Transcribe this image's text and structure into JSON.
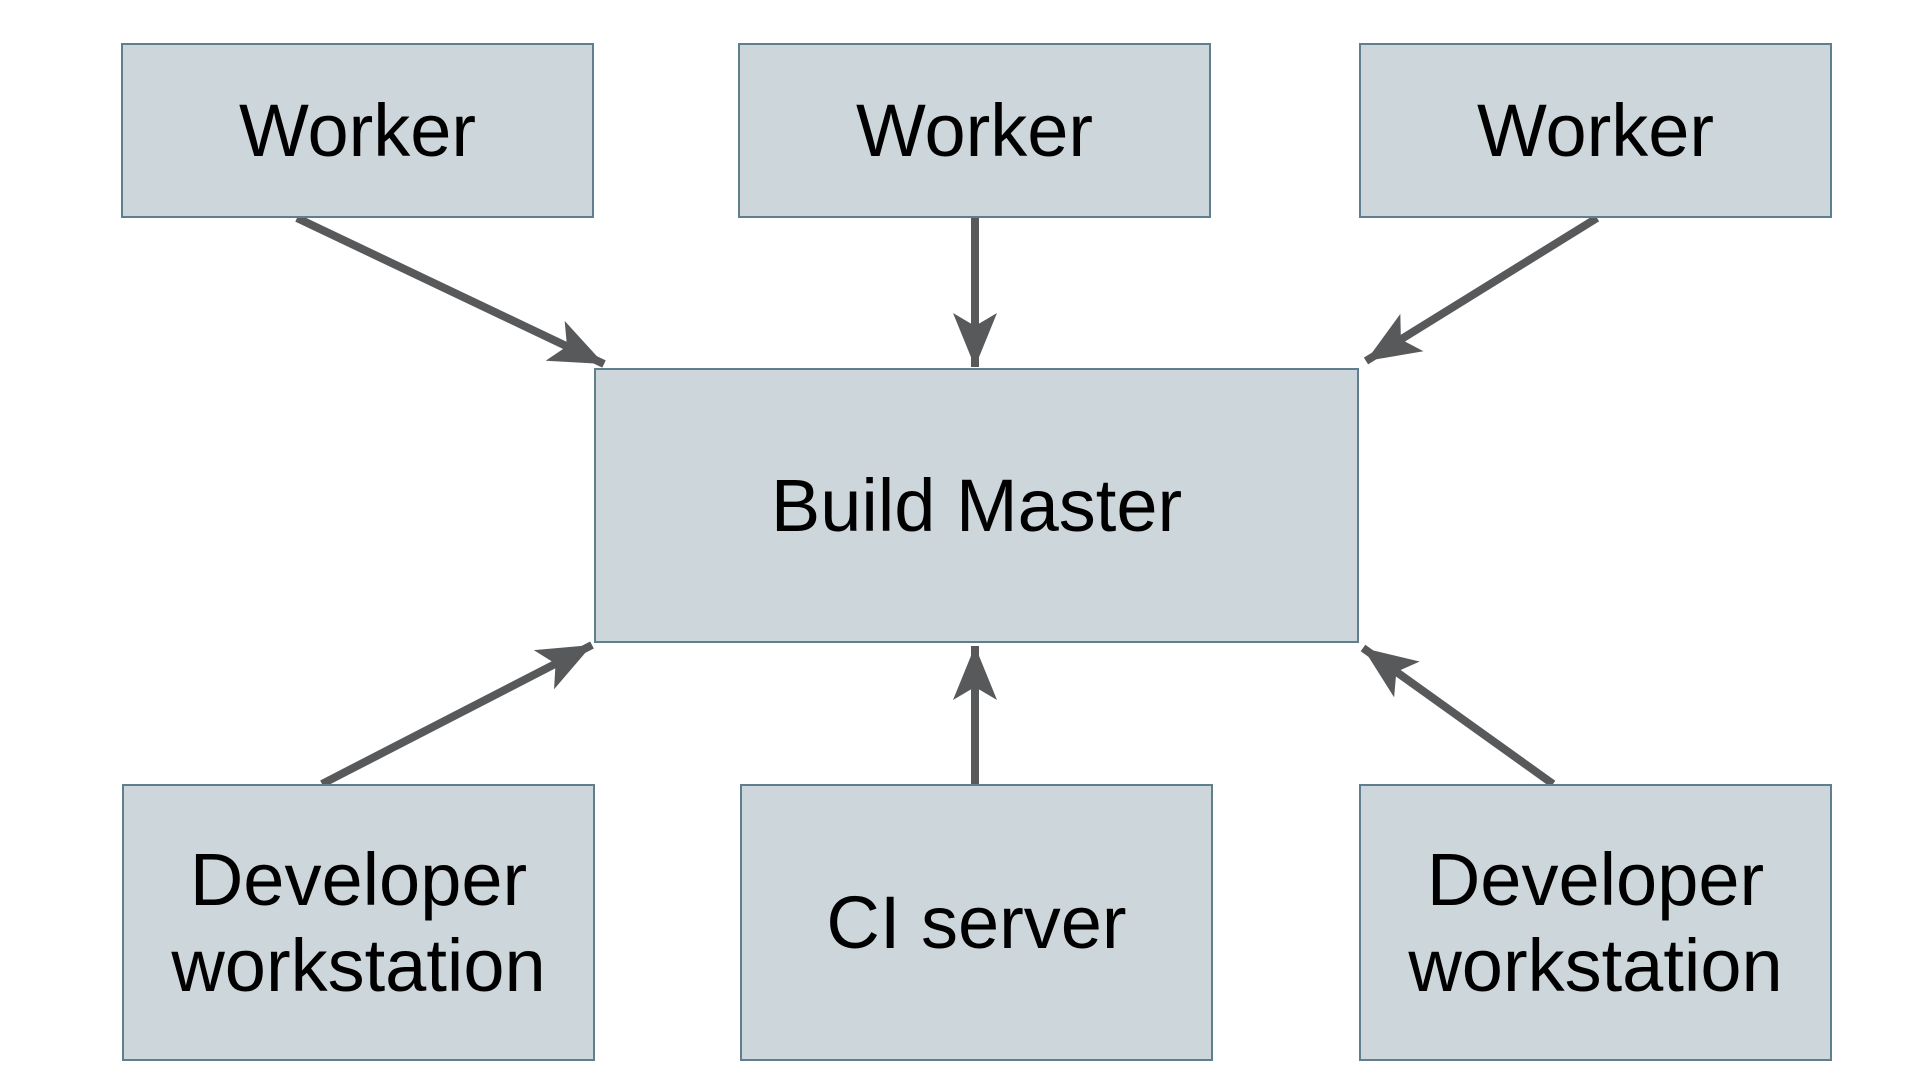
{
  "diagram": {
    "type": "architecture-diagram",
    "nodes": [
      {
        "id": "worker-1",
        "label": "Worker"
      },
      {
        "id": "worker-2",
        "label": "Worker"
      },
      {
        "id": "worker-3",
        "label": "Worker"
      },
      {
        "id": "build-master",
        "label": "Build Master"
      },
      {
        "id": "developer-workstation-left",
        "label": "Developer workstation"
      },
      {
        "id": "ci-server",
        "label": "CI server"
      },
      {
        "id": "developer-workstation-right",
        "label": "Developer workstation"
      }
    ],
    "edges": [
      {
        "from": "worker-1",
        "to": "build-master",
        "direction": "down-right"
      },
      {
        "from": "worker-2",
        "to": "build-master",
        "direction": "down"
      },
      {
        "from": "worker-3",
        "to": "build-master",
        "direction": "down-left"
      },
      {
        "from": "developer-workstation-left",
        "to": "build-master",
        "direction": "up-right"
      },
      {
        "from": "ci-server",
        "to": "build-master",
        "direction": "up"
      },
      {
        "from": "developer-workstation-right",
        "to": "build-master",
        "direction": "up-left"
      }
    ],
    "colors": {
      "background": "#ffffff",
      "node_fill": "#cdd6da",
      "node_border": "#5f7e8e",
      "arrow": "#58595b",
      "text": "#000000"
    }
  }
}
